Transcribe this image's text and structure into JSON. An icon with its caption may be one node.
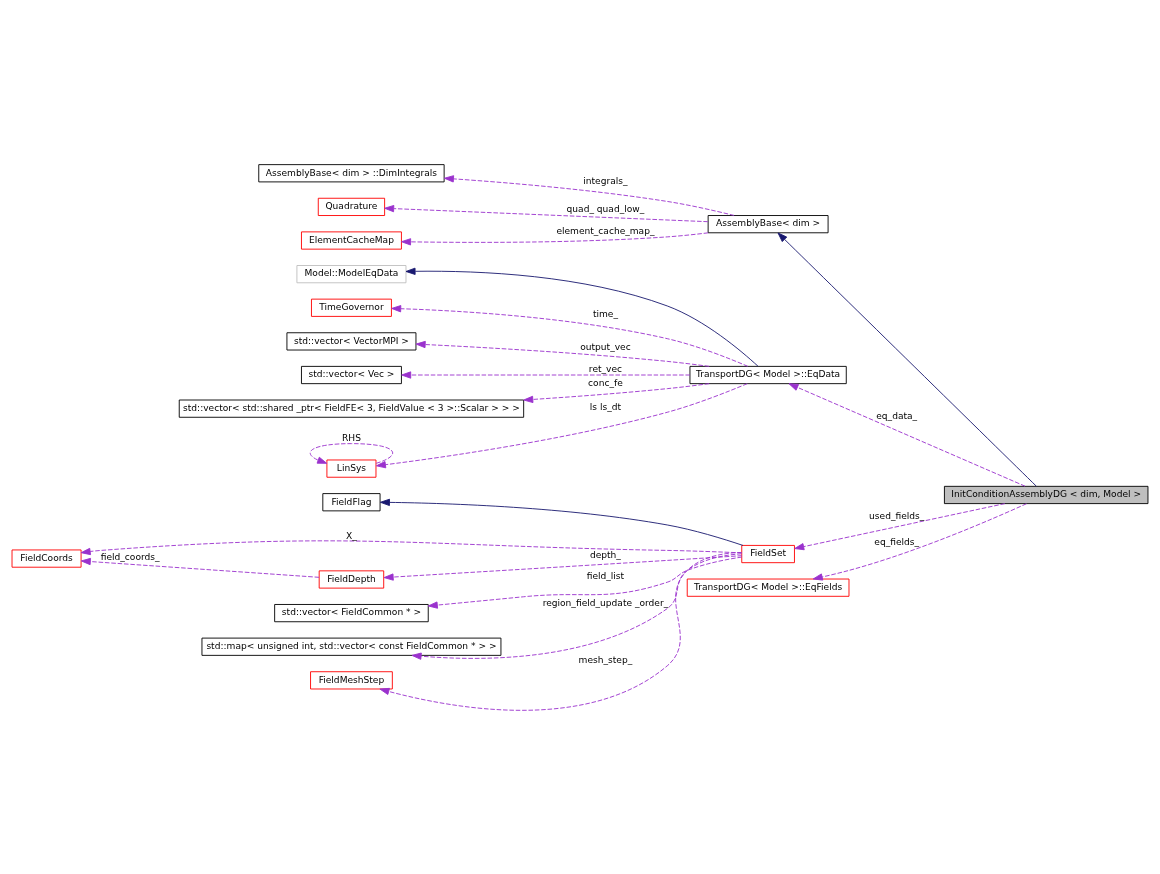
{
  "diagram": {
    "nodes": [
      {
        "text": [
          "InitConditionAssemblyDG < dim, Model >"
        ]
      },
      {
        "text": [
          "AssemblyBase< dim >"
        ]
      },
      {
        "text": [
          "AssemblyBase< dim > ::DimIntegrals"
        ]
      },
      {
        "text": [
          "Quadrature"
        ]
      },
      {
        "text": [
          "ElementCacheMap"
        ]
      },
      {
        "text": [
          "TransportDG< Model >::EqData"
        ]
      },
      {
        "text": [
          "Model::ModelEqData"
        ]
      },
      {
        "text": [
          "TimeGovernor"
        ]
      },
      {
        "text": [
          "std::vector< VectorMPI >"
        ]
      },
      {
        "text": [
          "std::vector< Vec >"
        ]
      },
      {
        "text": [
          "std::vector< std::shared _ptr< FieldFE< 3, FieldValue < 3 >::Scalar > > >"
        ]
      },
      {
        "text": [
          "LinSys"
        ]
      },
      {
        "text": [
          "FieldSet"
        ]
      },
      {
        "text": [
          "FieldFlag"
        ]
      },
      {
        "text": [
          "FieldCoords"
        ]
      },
      {
        "text": [
          "FieldDepth"
        ]
      },
      {
        "text": [
          "std::vector< FieldCommon * >"
        ]
      },
      {
        "text": [
          "std::map< unsigned int, std::vector< const FieldCommon * > >"
        ]
      },
      {
        "text": [
          "FieldMeshStep"
        ]
      },
      {
        "text": [
          "TransportDG< Model >::EqFields"
        ]
      }
    ],
    "edges": [
      {
        "from": 0,
        "to": 1,
        "arrow": "to",
        "color": "#191970"
      },
      {
        "from": 1,
        "to": 2,
        "arrow": "to",
        "label": "integrals_",
        "style": "dashed"
      },
      {
        "from": 1,
        "to": 3,
        "arrow": "to",
        "label": "quad_ quad_low_",
        "style": "dashed"
      },
      {
        "from": 1,
        "to": 4,
        "arrow": "to",
        "label": "element_cache_map_",
        "style": "dashed"
      },
      {
        "from": 0,
        "to": 5,
        "arrow": "to",
        "label": "eq_data_",
        "style": "dashed"
      },
      {
        "from": 5,
        "to": 6,
        "arrow": "to",
        "color": "#191970"
      },
      {
        "from": 5,
        "to": 7,
        "arrow": "to",
        "label": "time_",
        "style": "dashed"
      },
      {
        "from": 5,
        "to": 8,
        "arrow": "to",
        "label": "output_vec",
        "style": "dashed"
      },
      {
        "from": 5,
        "to": 9,
        "arrow": "to",
        "label": "ret_vec",
        "style": "dashed"
      },
      {
        "from": 5,
        "to": 10,
        "arrow": "to",
        "label": "conc_fe",
        "style": "dashed"
      },
      {
        "from": 5,
        "to": 11,
        "arrow": "to",
        "label": "ls ls_dt",
        "style": "dashed"
      },
      {
        "from": 11,
        "to": 11,
        "arrow": "to",
        "label": "RHS",
        "style": "dashed"
      },
      {
        "from": 0,
        "to": 12,
        "arrow": "to",
        "label": "used_fields_",
        "style": "dashed"
      },
      {
        "from": 12,
        "to": 13,
        "arrow": "to",
        "color": "#191970"
      },
      {
        "from": 12,
        "to": 14,
        "arrow": "to",
        "label": "X_",
        "style": "dashed"
      },
      {
        "from": 12,
        "to": 15,
        "arrow": "to",
        "label": "depth_",
        "style": "dashed"
      },
      {
        "from": 15,
        "to": 14,
        "arrow": "to",
        "label": "field_coords_",
        "style": "dashed"
      },
      {
        "from": 12,
        "to": 16,
        "arrow": "to",
        "label": "field_list",
        "style": "dashed"
      },
      {
        "from": 12,
        "to": 17,
        "arrow": "to",
        "label": "region_field_update _order_",
        "style": "dashed"
      },
      {
        "from": 12,
        "to": 18,
        "arrow": "to",
        "label": "mesh_step_",
        "style": "dashed"
      },
      {
        "from": 0,
        "to": 19,
        "arrow": "to",
        "label": "eq_fields_",
        "style": "dashed"
      }
    ]
  }
}
